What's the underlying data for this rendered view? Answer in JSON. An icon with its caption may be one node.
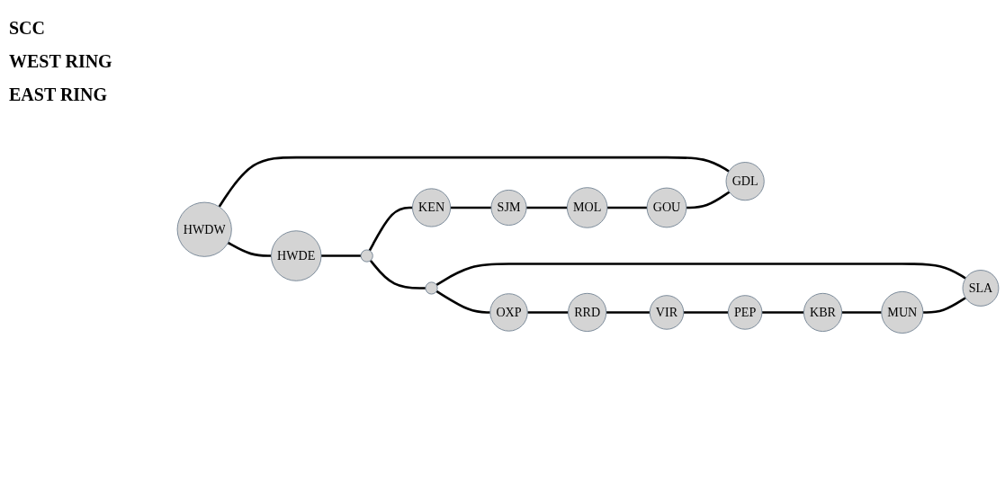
{
  "diagram": {
    "nodes": [
      {
        "text": [
          "HWDW"
        ]
      },
      {
        "text": [
          "HWDE"
        ]
      },
      {
        "text": [],
        "shape": "circle"
      },
      {
        "text": [
          "KEN"
        ]
      },
      {
        "text": [
          "SJM"
        ]
      },
      {
        "text": [
          "MOL"
        ]
      },
      {
        "text": [
          "GOU"
        ]
      },
      {
        "text": [
          "GDL"
        ]
      },
      {
        "text": [
          "RRD"
        ]
      },
      {
        "text": [
          "VIR"
        ]
      },
      {
        "text": [
          "PEP"
        ]
      },
      {
        "text": [
          "KBR"
        ]
      },
      {
        "text": [
          "MUN"
        ]
      },
      {
        "text": [
          "SLA"
        ]
      },
      {
        "text": [],
        "shape": "circle"
      },
      {
        "text": [
          "OXP"
        ]
      }
    ],
    "edges": [
      {
        "from": 0,
        "to": 1,
        "arrow": "none"
      },
      {
        "from": 1,
        "to": 2,
        "arrow": "none"
      },
      {
        "from": 2,
        "to": 3,
        "arrow": "none"
      },
      {
        "from": 3,
        "to": 4,
        "arrow": "none"
      },
      {
        "from": 4,
        "to": 5,
        "arrow": "none"
      },
      {
        "from": 5,
        "to": 6,
        "arrow": "none"
      },
      {
        "from": 6,
        "to": 7,
        "arrow": "none"
      },
      {
        "from": 7,
        "to": 0,
        "arrow": "none"
      },
      {
        "from": 8,
        "to": 9,
        "arrow": "none"
      },
      {
        "from": 9,
        "to": 10,
        "arrow": "none"
      },
      {
        "from": 10,
        "to": 11,
        "arrow": "none"
      },
      {
        "from": 11,
        "to": 12,
        "arrow": "none"
      },
      {
        "from": 12,
        "to": 13,
        "arrow": "none"
      },
      {
        "from": 13,
        "to": 14,
        "arrow": "none"
      },
      {
        "from": 14,
        "to": 15,
        "arrow": "none"
      },
      {
        "from": 15,
        "to": 8,
        "arrow": "none"
      },
      {
        "from": 2,
        "to": 14,
        "arrow": "none"
      }
    ],
    "labels": [
      "SCC",
      "WEST RING",
      "EAST RING"
    ]
  }
}
